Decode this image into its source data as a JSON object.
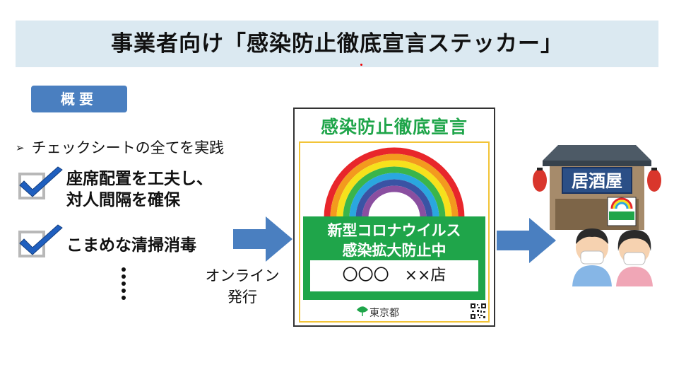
{
  "title": "事業者向け「感染防止徹底宣言ステッカー」",
  "badge": "概要",
  "bullet": "チェックシートの全てを実践",
  "checks": [
    {
      "line1": "座席配置を工夫し、",
      "line2": "対人間隔を確保"
    },
    {
      "line1": "こまめな清掃消毒",
      "line2": ""
    }
  ],
  "online_label": {
    "line1": "オンライン",
    "line2": "発行"
  },
  "sticker": {
    "title": "感染防止徹底宣言",
    "line1": "新型コロナウイルス",
    "line2": "感染拡大防止中",
    "store": "〇〇〇　××店",
    "issuer": "東京都"
  },
  "izakaya_sign": "居酒屋",
  "colors": {
    "title_bg": "#dbe9f1",
    "badge_bg": "#4a7fc0",
    "sticker_green": "#1fa54a",
    "arrow_blue": "#4a7fc0",
    "check_blue": "#1f5fbf"
  }
}
